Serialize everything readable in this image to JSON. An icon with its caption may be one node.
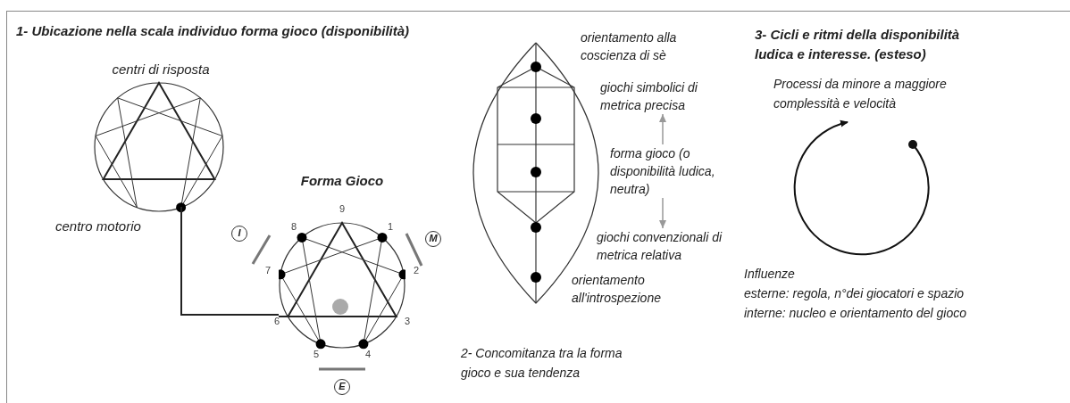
{
  "diagram": {
    "nodes": [
      {
        "text": [
          "centri di risposta"
        ],
        "beside": [
          "centro motorio"
        ]
      },
      {
        "text": [
          "Forma Gioco"
        ]
      },
      {
        "text": [
          "orientamento alla coscienza di sè"
        ]
      },
      {
        "text": [
          "giochi simbolici di metrica precisa"
        ]
      },
      {
        "text": [
          "forma gioco (o disponibilità ludica, neutra)"
        ]
      },
      {
        "text": [
          "giochi convenzionali di metrica relativa"
        ]
      },
      {
        "text": [
          "orientamento all'introspezione"
        ]
      }
    ],
    "edges": [
      {
        "from": 0,
        "to": 1,
        "arrow": "none",
        "color": "#222222"
      },
      {
        "from": 4,
        "to": 3,
        "arrow": "to",
        "color": "#999999"
      },
      {
        "from": 4,
        "to": 5,
        "arrow": "to",
        "color": "#999999"
      }
    ],
    "labels": [
      "1- Ubicazione nella scala individuo forma gioco (disponibilità)",
      "9",
      "8",
      "1",
      "7",
      "2",
      "6",
      "3",
      "5",
      "4",
      "I",
      "M",
      "E",
      "2- Concomitanza tra la forma gioco e sua tendenza",
      "3- Cicli e ritmi della disponibilità ludica e interesse. (esteso)",
      "Processi da minore a maggiore complessità e velocità",
      "Influenze",
      "esterne: regola, n°dei giocatori e spazio",
      "interne: nucleo e orientamento del gioco"
    ]
  }
}
